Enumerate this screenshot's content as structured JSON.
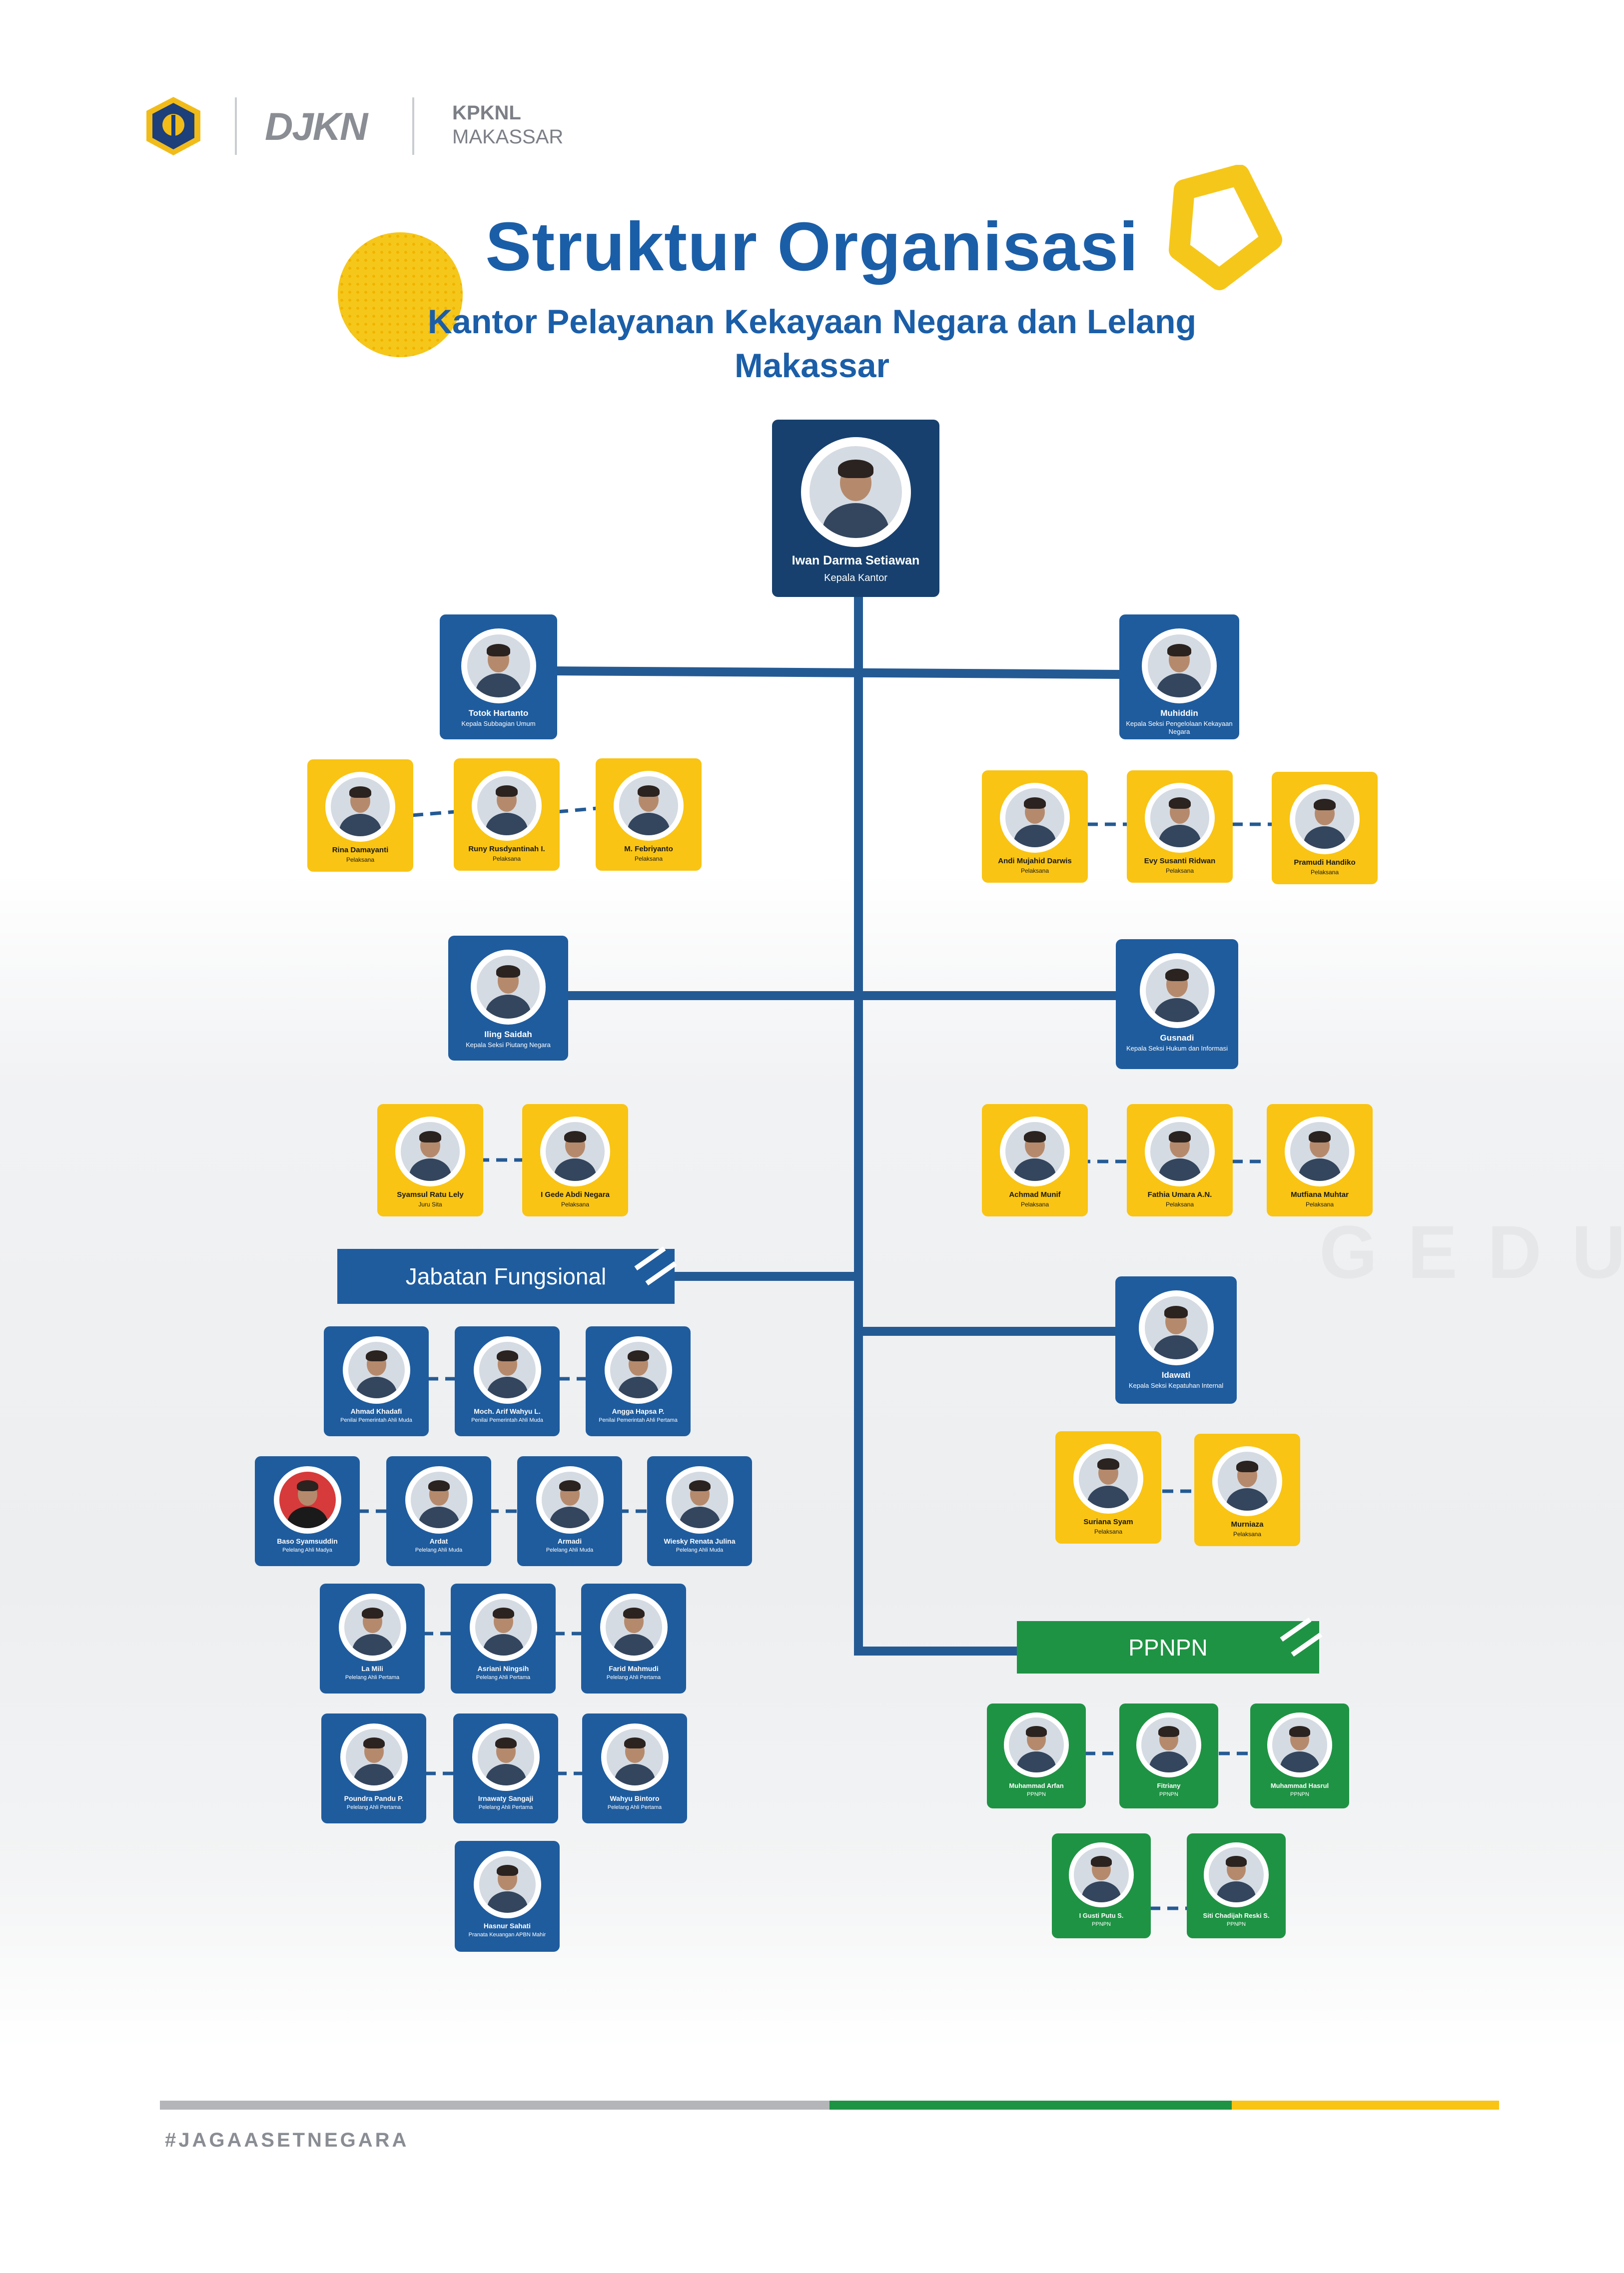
{
  "header": {
    "logo_name": "DJKN",
    "unit_line1": "KPKNL",
    "unit_line2": "MAKASSAR"
  },
  "title": "Struktur Organisasi",
  "subtitle_line1": "Kantor Pelayanan Kekayaan Negara dan Lelang",
  "subtitle_line2": "Makassar",
  "colors": {
    "blue": "#1f5c9e",
    "navy": "#17406e",
    "yellow": "#f9c413",
    "green": "#1f9344",
    "title": "#1b5ea8"
  },
  "head": {
    "name": "Iwan Darma Setiawan",
    "role": "Kepala Kantor"
  },
  "units": {
    "umum": {
      "name": "Totok Hartanto",
      "role": "Kepala Subbagian Umum",
      "staff": [
        {
          "name": "Rina Damayanti",
          "role": "Pelaksana"
        },
        {
          "name": "Runy Rusdyantinah I.",
          "role": "Pelaksana"
        },
        {
          "name": "M. Febriyanto",
          "role": "Pelaksana"
        }
      ]
    },
    "pkn": {
      "name": "Muhiddin",
      "role": "Kepala Seksi Pengelolaan Kekayaan Negara",
      "staff": [
        {
          "name": "Andi Mujahid Darwis",
          "role": "Pelaksana"
        },
        {
          "name": "Evy Susanti Ridwan",
          "role": "Pelaksana"
        },
        {
          "name": "Pramudi Handiko",
          "role": "Pelaksana"
        }
      ]
    },
    "piutang": {
      "name": "Iling Saidah",
      "role": "Kepala Seksi Piutang Negara",
      "staff": [
        {
          "name": "Syamsul Ratu Lely",
          "role": "Juru Sita"
        },
        {
          "name": "I Gede Abdi Negara",
          "role": "Pelaksana"
        }
      ]
    },
    "hukum": {
      "name": "Gusnadi",
      "role": "Kepala Seksi Hukum dan Informasi",
      "staff": [
        {
          "name": "Achmad Munif",
          "role": "Pelaksana"
        },
        {
          "name": "Fathia Umara A.N.",
          "role": "Pelaksana"
        },
        {
          "name": "Mutfiana Muhtar",
          "role": "Pelaksana"
        }
      ]
    },
    "kepatuhan": {
      "name": "Idawati",
      "role": "Kepala Seksi Kepatuhan Internal",
      "staff": [
        {
          "name": "Suriana Syam",
          "role": "Pelaksana"
        },
        {
          "name": "Murniaza",
          "role": "Pelaksana"
        }
      ]
    }
  },
  "fungsional": {
    "label": "Jabatan Fungsional",
    "rows": [
      [
        {
          "name": "Ahmad Khadafi",
          "role": "Penilai Pemerintah Ahli Muda"
        },
        {
          "name": "Moch. Arif Wahyu L.",
          "role": "Penilai Pemerintah Ahli Muda"
        },
        {
          "name": "Angga Hapsa P.",
          "role": "Penilai Pemerintah Ahli Pertama"
        }
      ],
      [
        {
          "name": "Baso Syamsuddin",
          "role": "Pelelang Ahli Madya"
        },
        {
          "name": "Ardat",
          "role": "Pelelang Ahli Muda"
        },
        {
          "name": "Armadi",
          "role": "Pelelang Ahli Muda"
        },
        {
          "name": "Wiesky Renata Julina",
          "role": "Pelelang Ahli Muda"
        }
      ],
      [
        {
          "name": "La Mili",
          "role": "Pelelang Ahli Pertama"
        },
        {
          "name": "Asriani Ningsih",
          "role": "Pelelang Ahli Pertama"
        },
        {
          "name": "Farid Mahmudi",
          "role": "Pelelang Ahli Pertama"
        }
      ],
      [
        {
          "name": "Poundra Pandu P.",
          "role": "Pelelang Ahli Pertama"
        },
        {
          "name": "Irnawaty Sangaji",
          "role": "Pelelang Ahli Pertama"
        },
        {
          "name": "Wahyu Bintoro",
          "role": "Pelelang Ahli Pertama"
        }
      ],
      [
        {
          "name": "Hasnur Sahati",
          "role": "Pranata Keuangan APBN Mahir"
        }
      ]
    ]
  },
  "ppnpn": {
    "label": "PPNPN",
    "rows": [
      [
        {
          "name": "Muhammad Arfan",
          "role": "PPNPN"
        },
        {
          "name": "Fitriany",
          "role": "PPNPN"
        },
        {
          "name": "Muhammad Hasrul",
          "role": "PPNPN"
        }
      ],
      [
        {
          "name": "I Gusti Putu S.",
          "role": "PPNPN"
        },
        {
          "name": "Siti Chadijah Reski S.",
          "role": "PPNPN"
        }
      ]
    ]
  },
  "footer": {
    "hashtag": "#JAGAASETNEGARA"
  }
}
